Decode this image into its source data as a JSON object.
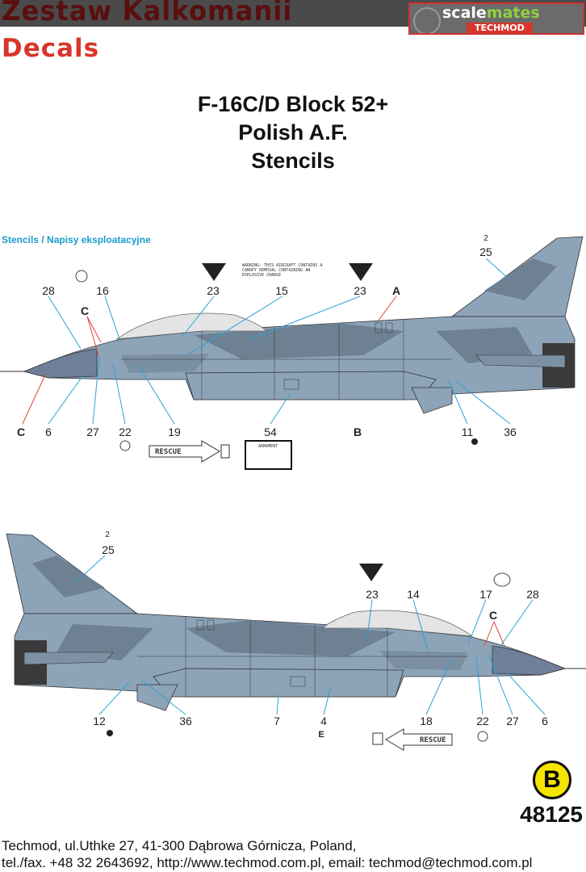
{
  "header": {
    "brand_pl": "Zestaw Kalkomanii",
    "brand_en": "Decals",
    "logo_watermark": "scalemates",
    "logo_maker": "TECHMOD"
  },
  "title": {
    "line1": "F-16C/D Block 52+",
    "line2": "Polish A.F.",
    "line3": "Stencils"
  },
  "section_label": "Stencils / Napisy eksploatacyjne",
  "colors": {
    "camo_light": "#8da3b8",
    "camo_dark": "#6e8193",
    "leader_blue": "#2aa3d3",
    "leader_red": "#d84a3a",
    "badge_yellow": "#f5e400",
    "brand_red": "#d8362c"
  },
  "left_side_view": {
    "callouts_top": [
      "28",
      "16",
      "23",
      "15",
      "23",
      "A",
      "2",
      "25",
      "C"
    ],
    "callouts_bottom": [
      "C",
      "6",
      "27",
      "22",
      "19",
      "54",
      "B",
      "11",
      "36"
    ],
    "warning_stencil": "WARNING: THIS AIRCRAFT CONTAINS A CANOPY REMOVAL CONTAINING AN EXPLOSIVE CHARGE",
    "rescue_label": "RESCUE",
    "armament_label": "ARMAMENT"
  },
  "right_side_view": {
    "callouts_top": [
      "2",
      "25",
      "23",
      "14",
      "17",
      "28",
      "C"
    ],
    "callouts_bottom": [
      "12",
      "36",
      "7",
      "4",
      "E",
      "18",
      "22",
      "27",
      "6"
    ],
    "rescue_label": "RESCUE"
  },
  "sheet_badge": "B",
  "product_code": "48125",
  "footer": {
    "line1": "Techmod, ul.Uthke 27, 41-300 Dąbrowa Górnicza, Poland,",
    "line2": "tel./fax. +48 32 2643692, http://www.techmod.com.pl, email: techmod@techmod.com.pl"
  }
}
